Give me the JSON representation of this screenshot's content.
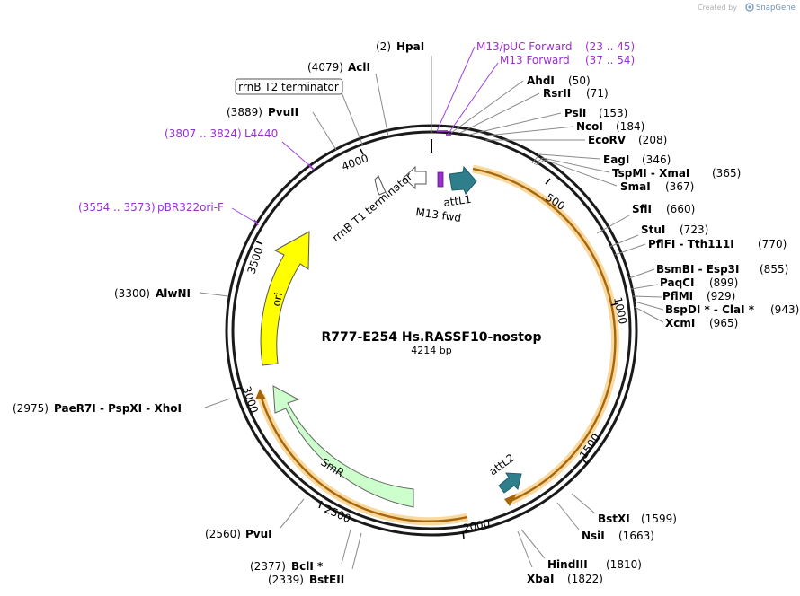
{
  "watermark": "Created by",
  "brand": "SnapGene",
  "plasmid": {
    "name": "R777-E254 Hs.RASSF10-nostop",
    "length_label": "4214 bp",
    "length": 4214
  },
  "ticks": [
    {
      "label": "500",
      "pos": 500
    },
    {
      "label": "1000",
      "pos": 1000
    },
    {
      "label": "1500",
      "pos": 1500
    },
    {
      "label": "2000",
      "pos": 2000
    },
    {
      "label": "2500",
      "pos": 2500
    },
    {
      "label": "3000",
      "pos": 3000
    },
    {
      "label": "3500",
      "pos": 3500
    },
    {
      "label": "4000",
      "pos": 4000
    }
  ],
  "features": {
    "orf_label": "",
    "attL1": "attL1",
    "m13fwd": "M13 fwd",
    "attL2": "attL2",
    "ori": "ori",
    "smr": "SmR",
    "rrnb_t1": "rrnB T1 terminator",
    "rrnb_t2": "rrnB T2 terminator"
  },
  "enzymes": [
    {
      "id": "hpai",
      "pos_label": "(2)",
      "name": "HpaI"
    },
    {
      "id": "acli",
      "pos_label": "(4079)",
      "name": "AclI"
    },
    {
      "id": "pvuii",
      "pos_label": "(3889)",
      "name": "PvuII"
    },
    {
      "id": "ahdi",
      "name": "AhdI",
      "pos_label": "(50)"
    },
    {
      "id": "rsrii",
      "name": "RsrII",
      "pos_label": "(71)"
    },
    {
      "id": "psii",
      "name": "PsiI",
      "pos_label": "(153)"
    },
    {
      "id": "ncoi",
      "name": "NcoI",
      "pos_label": "(184)"
    },
    {
      "id": "ecorv",
      "name": "EcoRV",
      "pos_label": "(208)"
    },
    {
      "id": "eagi",
      "name": "EagI",
      "pos_label": "(346)"
    },
    {
      "id": "tspmi",
      "name": "TspMI  -  XmaI",
      "pos_label": "(365)"
    },
    {
      "id": "smai",
      "name": "SmaI",
      "pos_label": "(367)"
    },
    {
      "id": "sfii",
      "name": "SfiI",
      "pos_label": "(660)"
    },
    {
      "id": "stui",
      "name": "StuI",
      "pos_label": "(723)"
    },
    {
      "id": "pflfi",
      "name": "PflFI  -  Tth111I",
      "pos_label": "(770)"
    },
    {
      "id": "bsmbi",
      "name": "BsmBI  -  Esp3I",
      "pos_label": "(855)"
    },
    {
      "id": "paqci",
      "name": "PaqCI",
      "pos_label": "(899)"
    },
    {
      "id": "pflmi",
      "name": "PflMI",
      "pos_label": "(929)"
    },
    {
      "id": "bspdi",
      "name": "BspDI *  -  ClaI *",
      "pos_label": "(943)"
    },
    {
      "id": "xcmi",
      "name": "XcmI",
      "pos_label": "(965)"
    },
    {
      "id": "bstxi",
      "name": "BstXI",
      "pos_label": "(1599)"
    },
    {
      "id": "nsii",
      "name": "NsiI",
      "pos_label": "(1663)"
    },
    {
      "id": "hindiii",
      "name": "HindIII",
      "pos_label": "(1810)"
    },
    {
      "id": "xbai",
      "name": "XbaI",
      "pos_label": "(1822)"
    },
    {
      "id": "alwni",
      "pos_label": "(3300)",
      "name": "AlwNI"
    },
    {
      "id": "paer7i",
      "pos_label": "(2975)",
      "name": "PaeR7I  -  PspXI  -  XhoI"
    },
    {
      "id": "pvui",
      "pos_label": "(2560)",
      "name": "PvuI"
    },
    {
      "id": "bcli",
      "pos_label": "(2377)",
      "name": "BclI *"
    },
    {
      "id": "bsteii",
      "pos_label": "(2339)",
      "name": "BstEII"
    }
  ],
  "primers": [
    {
      "id": "m13puc",
      "name": "M13/pUC Forward",
      "range": "(23 .. 45)"
    },
    {
      "id": "m13f",
      "name": "M13 Forward",
      "range": "(37 .. 54)"
    },
    {
      "id": "l4440",
      "range": "(3807 .. 3824)",
      "name": "L4440"
    },
    {
      "id": "pbr322",
      "range": "(3554 .. 3573)",
      "name": "pBR322ori-F"
    }
  ],
  "colors": {
    "backbone": "#1a1a1a",
    "orf": "#f0a020",
    "orf_glow": "#f8d9a0",
    "att": "#2f7e8c",
    "ori": "#ffff00",
    "smr": "#ccffcc",
    "primer": "#9b30d0",
    "brand": "#6f8fb0"
  }
}
